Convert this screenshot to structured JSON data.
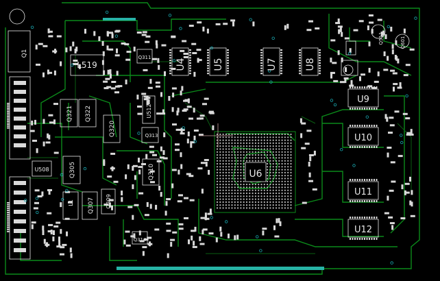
{
  "colors": {
    "background": "#000000",
    "trace": "#0b8a1a",
    "trace_dim": "#0a5e12",
    "silk": "#e8e8e8",
    "pad": "#d9d9d9",
    "via": "#19a8b0",
    "connector": "#27b3a6"
  },
  "components": {
    "u4": "U4",
    "u5": "U5",
    "u7": "U7",
    "u8": "U8",
    "u9": "U9",
    "u10": "U10",
    "u11": "U11",
    "u12": "U12",
    "u6": "U6",
    "l519": "L519",
    "u508": "U508",
    "u512": "U512",
    "q321": "Q321",
    "q322": "Q322",
    "q305": "Q305",
    "q307": "Q307",
    "q309": "Q309",
    "q310": "Q310",
    "q311": "Q311",
    "q313": "Q313",
    "q314": "Q314",
    "q320": "Q320",
    "q511": "Q511",
    "q601": "Q601",
    "l1": "L1",
    "q1": "Q1"
  }
}
